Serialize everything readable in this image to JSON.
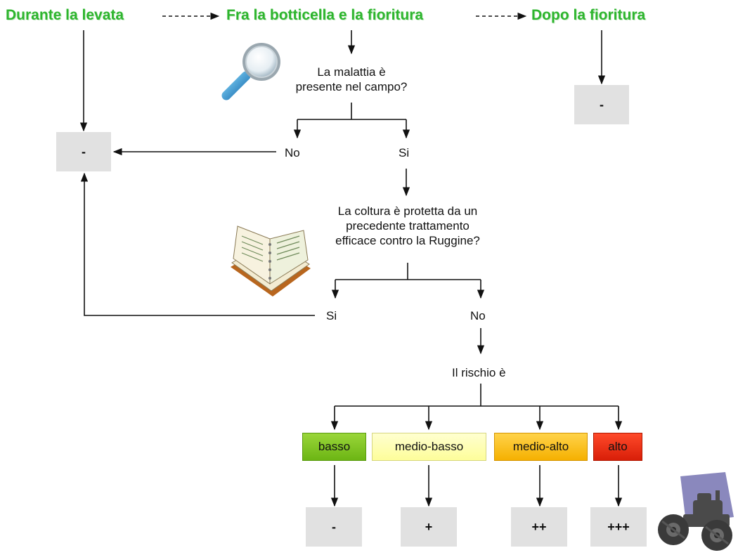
{
  "phases": {
    "phase1": "Durante la levata",
    "phase2": "Fra la botticella e la fioritura",
    "phase3": "Dopo la fioritura"
  },
  "questions": {
    "q1_line1": "La malattia è",
    "q1_line2": "presente nel campo?",
    "q2_line1": "La coltura è protetta da un",
    "q2_line2": "precedente trattamento",
    "q2_line3": "efficace contro la Ruggine?",
    "q3": "Il rischio è"
  },
  "answers": {
    "q1_no": "No",
    "q1_yes": "Si",
    "q2_yes": "Si",
    "q2_no": "No"
  },
  "outcomes": {
    "left": "-",
    "after_flowering": "-",
    "basso": "-",
    "medio_basso": "+",
    "medio_alto": "++",
    "alto": "+++"
  },
  "risk_levels": [
    {
      "label": "basso",
      "color": "#7cc520"
    },
    {
      "label": "medio-basso",
      "color": "#ffffb0"
    },
    {
      "label": "medio-alto",
      "color": "#ffc000"
    },
    {
      "label": "alto",
      "color": "#ee2a10"
    }
  ],
  "colors": {
    "phase_text": "#2db52d",
    "outcome_box": "#e1e1e1"
  },
  "icons": [
    "magnifier-icon",
    "book-icon",
    "tractor-icon"
  ]
}
